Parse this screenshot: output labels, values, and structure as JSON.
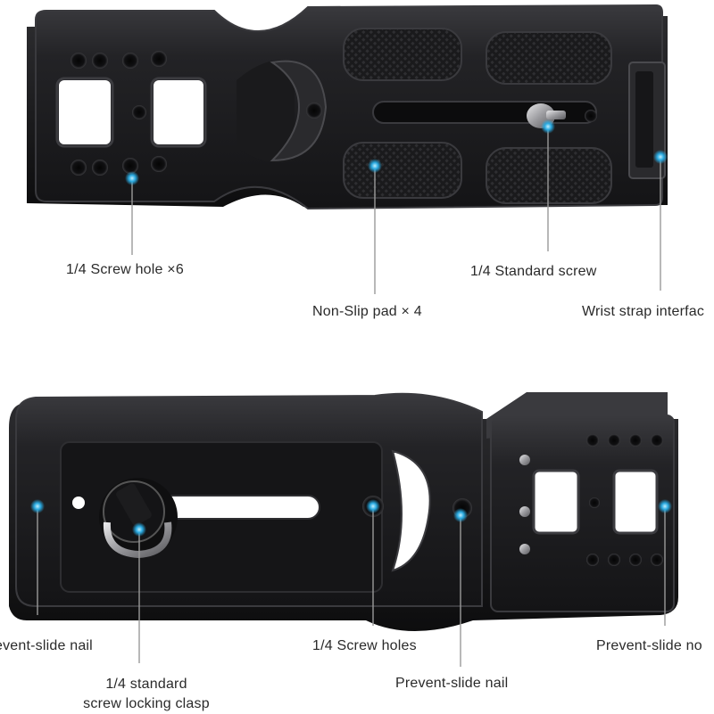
{
  "top_labels": {
    "screw_hole": "1/4 Screw hole ×6",
    "standard_screw": "1/4 Standard screw",
    "non_slip_pad": "Non-Slip pad × 4",
    "wrist_strap": "Wrist strap interfac"
  },
  "bottom_labels": {
    "prevent_slide_left": "event-slide nail",
    "screw_holes": "1/4 Screw holes",
    "prevent_slide_right": "Prevent-slide no",
    "locking_clasp_line1": "1/4 standard",
    "locking_clasp_line2": "screw locking clasp",
    "prevent_slide_center": "Prevent-slide nail"
  },
  "colors": {
    "background": "#ffffff",
    "plate": "#1c1c1e",
    "plate_edge": "#3a3a3e",
    "callout_dot": "#29a9e0",
    "callout_line": "#9a9a9a",
    "text": "#2a2a2a"
  }
}
